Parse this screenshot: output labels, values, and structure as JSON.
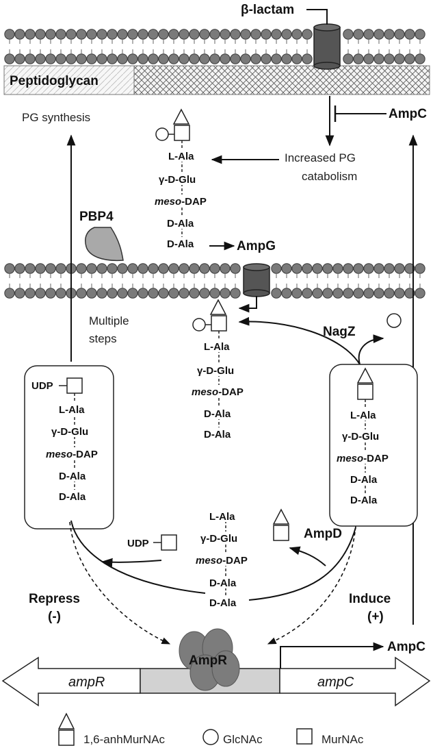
{
  "labels": {
    "beta_lactam": "β-lactam",
    "peptidoglycan": "Peptidoglycan",
    "pg_synthesis": "PG synthesis",
    "ampc_top": "AmpC",
    "increased_pg_1": "Increased PG",
    "increased_pg_2": "catabolism",
    "pbp4": "PBP4",
    "ampg": "AmpG",
    "multiple_1": "Multiple",
    "multiple_2": "steps",
    "nagz": "NagZ",
    "ampd": "AmpD",
    "repress_1": "Repress",
    "repress_2": "(-)",
    "induce_1": "Induce",
    "induce_2": "(+)",
    "ampc_right": "AmpC",
    "ampr_protein": "AmpR",
    "ampr_gene": "ampR",
    "ampc_gene": "ampC",
    "udp": "UDP"
  },
  "peptide": {
    "l_ala": "L-Ala",
    "d_glu": "γ-D-Glu",
    "meso": "meso",
    "dap": "-DAP",
    "d_ala": "D-Ala"
  },
  "legend": {
    "anhmurnac": "1,6-anhMurNAc",
    "glcnac": "GlcNAc",
    "murnac": "MurNAc"
  },
  "colors": {
    "membrane_bead": "#7a7a7a",
    "membrane_bead_stroke": "#3a3a3a",
    "porin": "#555555",
    "pbp4": "#a8a8a8",
    "ampr": "#7d7d7d",
    "promoter_box": "#d2d2d2"
  }
}
